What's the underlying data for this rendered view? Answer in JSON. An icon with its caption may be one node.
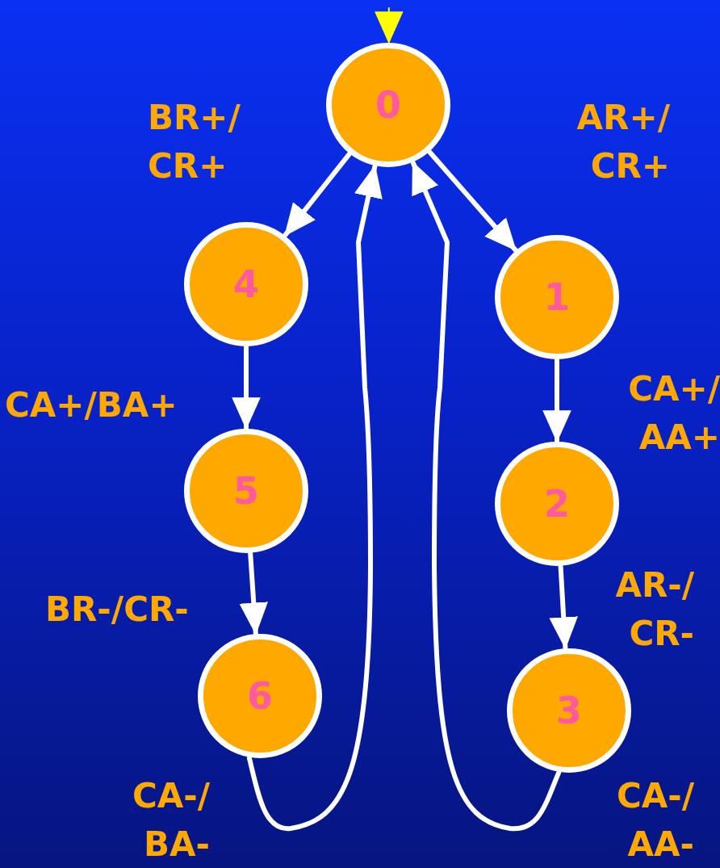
{
  "diagram": {
    "nodes": [
      {
        "text": [
          "0"
        ]
      },
      {
        "text": [
          "4"
        ]
      },
      {
        "text": [
          "1"
        ]
      },
      {
        "text": [
          "5"
        ]
      },
      {
        "text": [
          "2"
        ]
      },
      {
        "text": [
          "6"
        ]
      },
      {
        "text": [
          "3"
        ]
      }
    ],
    "edges": [
      {
        "from": null,
        "to": 0,
        "arrow": "to",
        "color": "#ffff00"
      },
      {
        "from": 0,
        "to": 1,
        "arrow": "to",
        "label": "BR+/ CR+"
      },
      {
        "from": 0,
        "to": 2,
        "arrow": "to",
        "label": "AR+/ CR+"
      },
      {
        "from": 1,
        "to": 3,
        "arrow": "to",
        "label": "CA+/BA+"
      },
      {
        "from": 2,
        "to": 4,
        "arrow": "to",
        "label": "CA+/ AA+"
      },
      {
        "from": 3,
        "to": 5,
        "arrow": "to",
        "label": "BR-/CR-"
      },
      {
        "from": 4,
        "to": 6,
        "arrow": "to",
        "label": "AR-/ CR-"
      },
      {
        "from": 5,
        "to": 0,
        "arrow": "to",
        "label": "CA-/ BA-"
      },
      {
        "from": 6,
        "to": 0,
        "arrow": "to",
        "label": "CA-/ AA-"
      }
    ]
  }
}
